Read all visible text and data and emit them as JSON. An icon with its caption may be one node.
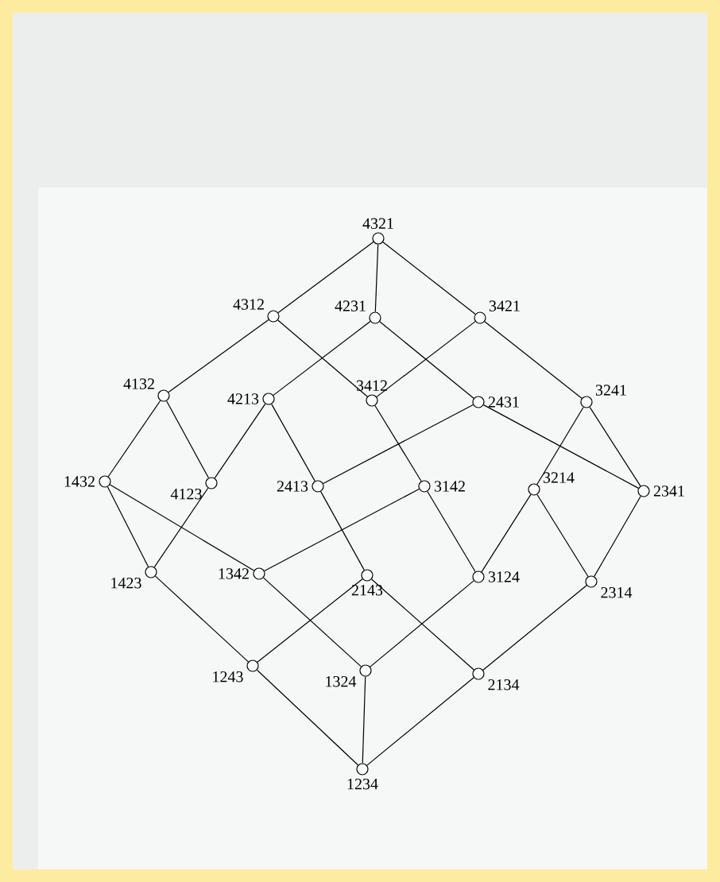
{
  "diagram": {
    "nodes": [
      {
        "text": [
          "4321"
        ]
      },
      {
        "text": [
          "4312"
        ]
      },
      {
        "text": [
          "4231"
        ]
      },
      {
        "text": [
          "3421"
        ]
      },
      {
        "text": [
          "4132"
        ]
      },
      {
        "text": [
          "4213"
        ]
      },
      {
        "text": [
          "3412"
        ]
      },
      {
        "text": [
          "2431"
        ]
      },
      {
        "text": [
          "3241"
        ]
      },
      {
        "text": [
          "1432"
        ]
      },
      {
        "text": [
          "4123"
        ]
      },
      {
        "text": [
          "2413"
        ]
      },
      {
        "text": [
          "3142"
        ]
      },
      {
        "text": [
          "3214"
        ]
      },
      {
        "text": [
          "2341"
        ]
      },
      {
        "text": [
          "1423"
        ]
      },
      {
        "text": [
          "1342"
        ]
      },
      {
        "text": [
          "2143"
        ]
      },
      {
        "text": [
          "3124"
        ]
      },
      {
        "text": [
          "2314"
        ]
      },
      {
        "text": [
          "1243"
        ]
      },
      {
        "text": [
          "1324"
        ]
      },
      {
        "text": [
          "2134"
        ]
      },
      {
        "text": [
          "1234"
        ]
      }
    ],
    "edges": [
      {
        "from": 0,
        "to": 1,
        "arrow": "none"
      },
      {
        "from": 0,
        "to": 2,
        "arrow": "none"
      },
      {
        "from": 0,
        "to": 3,
        "arrow": "none"
      },
      {
        "from": 1,
        "to": 4,
        "arrow": "none"
      },
      {
        "from": 1,
        "to": 6,
        "arrow": "none"
      },
      {
        "from": 2,
        "to": 5,
        "arrow": "none"
      },
      {
        "from": 2,
        "to": 7,
        "arrow": "none"
      },
      {
        "from": 3,
        "to": 6,
        "arrow": "none"
      },
      {
        "from": 3,
        "to": 8,
        "arrow": "none"
      },
      {
        "from": 4,
        "to": 9,
        "arrow": "none"
      },
      {
        "from": 4,
        "to": 10,
        "arrow": "none"
      },
      {
        "from": 5,
        "to": 10,
        "arrow": "none"
      },
      {
        "from": 5,
        "to": 11,
        "arrow": "none"
      },
      {
        "from": 6,
        "to": 12,
        "arrow": "none"
      },
      {
        "from": 7,
        "to": 11,
        "arrow": "none"
      },
      {
        "from": 7,
        "to": 14,
        "arrow": "none"
      },
      {
        "from": 8,
        "to": 13,
        "arrow": "none"
      },
      {
        "from": 8,
        "to": 14,
        "arrow": "none"
      },
      {
        "from": 9,
        "to": 15,
        "arrow": "none"
      },
      {
        "from": 9,
        "to": 16,
        "arrow": "none"
      },
      {
        "from": 10,
        "to": 15,
        "arrow": "none"
      },
      {
        "from": 11,
        "to": 17,
        "arrow": "none"
      },
      {
        "from": 12,
        "to": 16,
        "arrow": "none"
      },
      {
        "from": 12,
        "to": 18,
        "arrow": "none"
      },
      {
        "from": 13,
        "to": 18,
        "arrow": "none"
      },
      {
        "from": 13,
        "to": 19,
        "arrow": "none"
      },
      {
        "from": 14,
        "to": 19,
        "arrow": "none"
      },
      {
        "from": 15,
        "to": 20,
        "arrow": "none"
      },
      {
        "from": 16,
        "to": 21,
        "arrow": "none"
      },
      {
        "from": 17,
        "to": 20,
        "arrow": "none"
      },
      {
        "from": 17,
        "to": 22,
        "arrow": "none"
      },
      {
        "from": 18,
        "to": 21,
        "arrow": "none"
      },
      {
        "from": 19,
        "to": 22,
        "arrow": "none"
      },
      {
        "from": 20,
        "to": 23,
        "arrow": "none"
      },
      {
        "from": 21,
        "to": 23,
        "arrow": "none"
      },
      {
        "from": 22,
        "to": 23,
        "arrow": "none"
      }
    ]
  }
}
